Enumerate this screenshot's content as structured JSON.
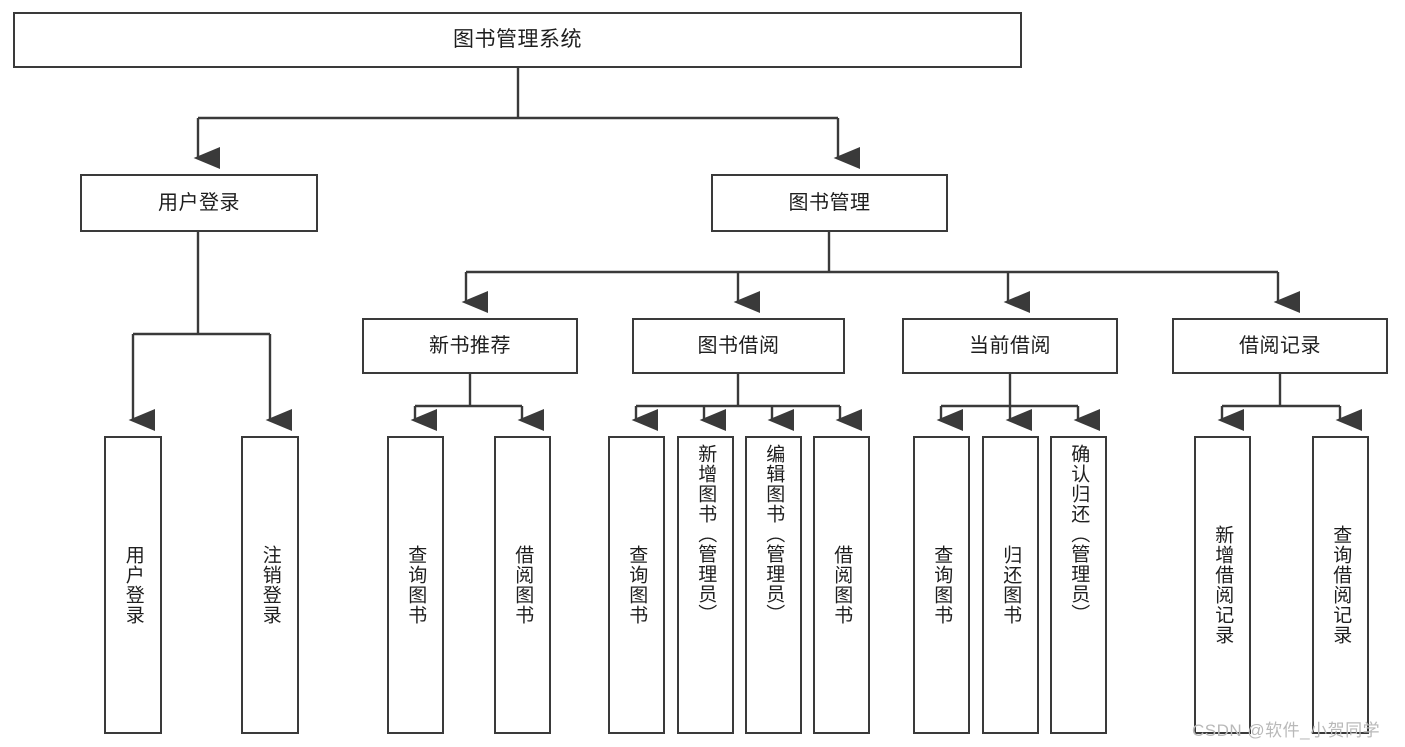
{
  "diagram": {
    "type": "tree-hierarchy",
    "title": "图书管理系统",
    "root": {
      "label": "图书管理系统"
    },
    "level2": [
      {
        "label": "用户登录"
      },
      {
        "label": "图书管理"
      }
    ],
    "level3": [
      {
        "label": "新书推荐"
      },
      {
        "label": "图书借阅"
      },
      {
        "label": "当前借阅"
      },
      {
        "label": "借阅记录"
      }
    ],
    "leaves": {
      "user_login": [
        {
          "label": "用户登录"
        },
        {
          "label": "注销登录"
        }
      ],
      "new_book_recommend": [
        {
          "label": "查询图书"
        },
        {
          "label": "借阅图书"
        }
      ],
      "book_borrow": [
        {
          "label": "查询图书"
        },
        {
          "label": "新增图书（管理员）"
        },
        {
          "label": "编辑图书（管理员）"
        },
        {
          "label": "借阅图书"
        }
      ],
      "current_borrow": [
        {
          "label": "查询图书"
        },
        {
          "label": "归还图书"
        },
        {
          "label": "确认归还（管理员）"
        }
      ],
      "borrow_record": [
        {
          "label": "新增借阅记录"
        },
        {
          "label": "查询借阅记录"
        }
      ]
    },
    "watermark": "CSDN @软件_小贺同学",
    "colors": {
      "stroke": "#3a3a3a",
      "fill": "#ffffff",
      "text": "#1e1e1e",
      "watermark": "#b9b9b9"
    }
  }
}
